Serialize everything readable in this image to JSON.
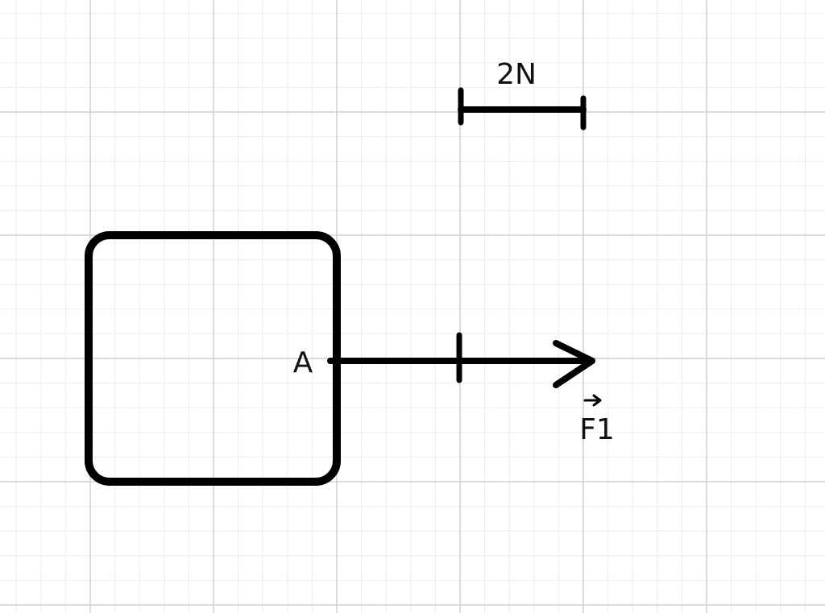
{
  "scale": {
    "label": "2N",
    "newtons": 2
  },
  "point": {
    "label": "A"
  },
  "vector": {
    "name": "F1",
    "magnitude_units": 2,
    "direction": "right"
  },
  "colors": {
    "ink": "#000000",
    "grid_minor": "#ebebeb",
    "grid_major": "#cfcfcf",
    "background": "#ffffff"
  }
}
